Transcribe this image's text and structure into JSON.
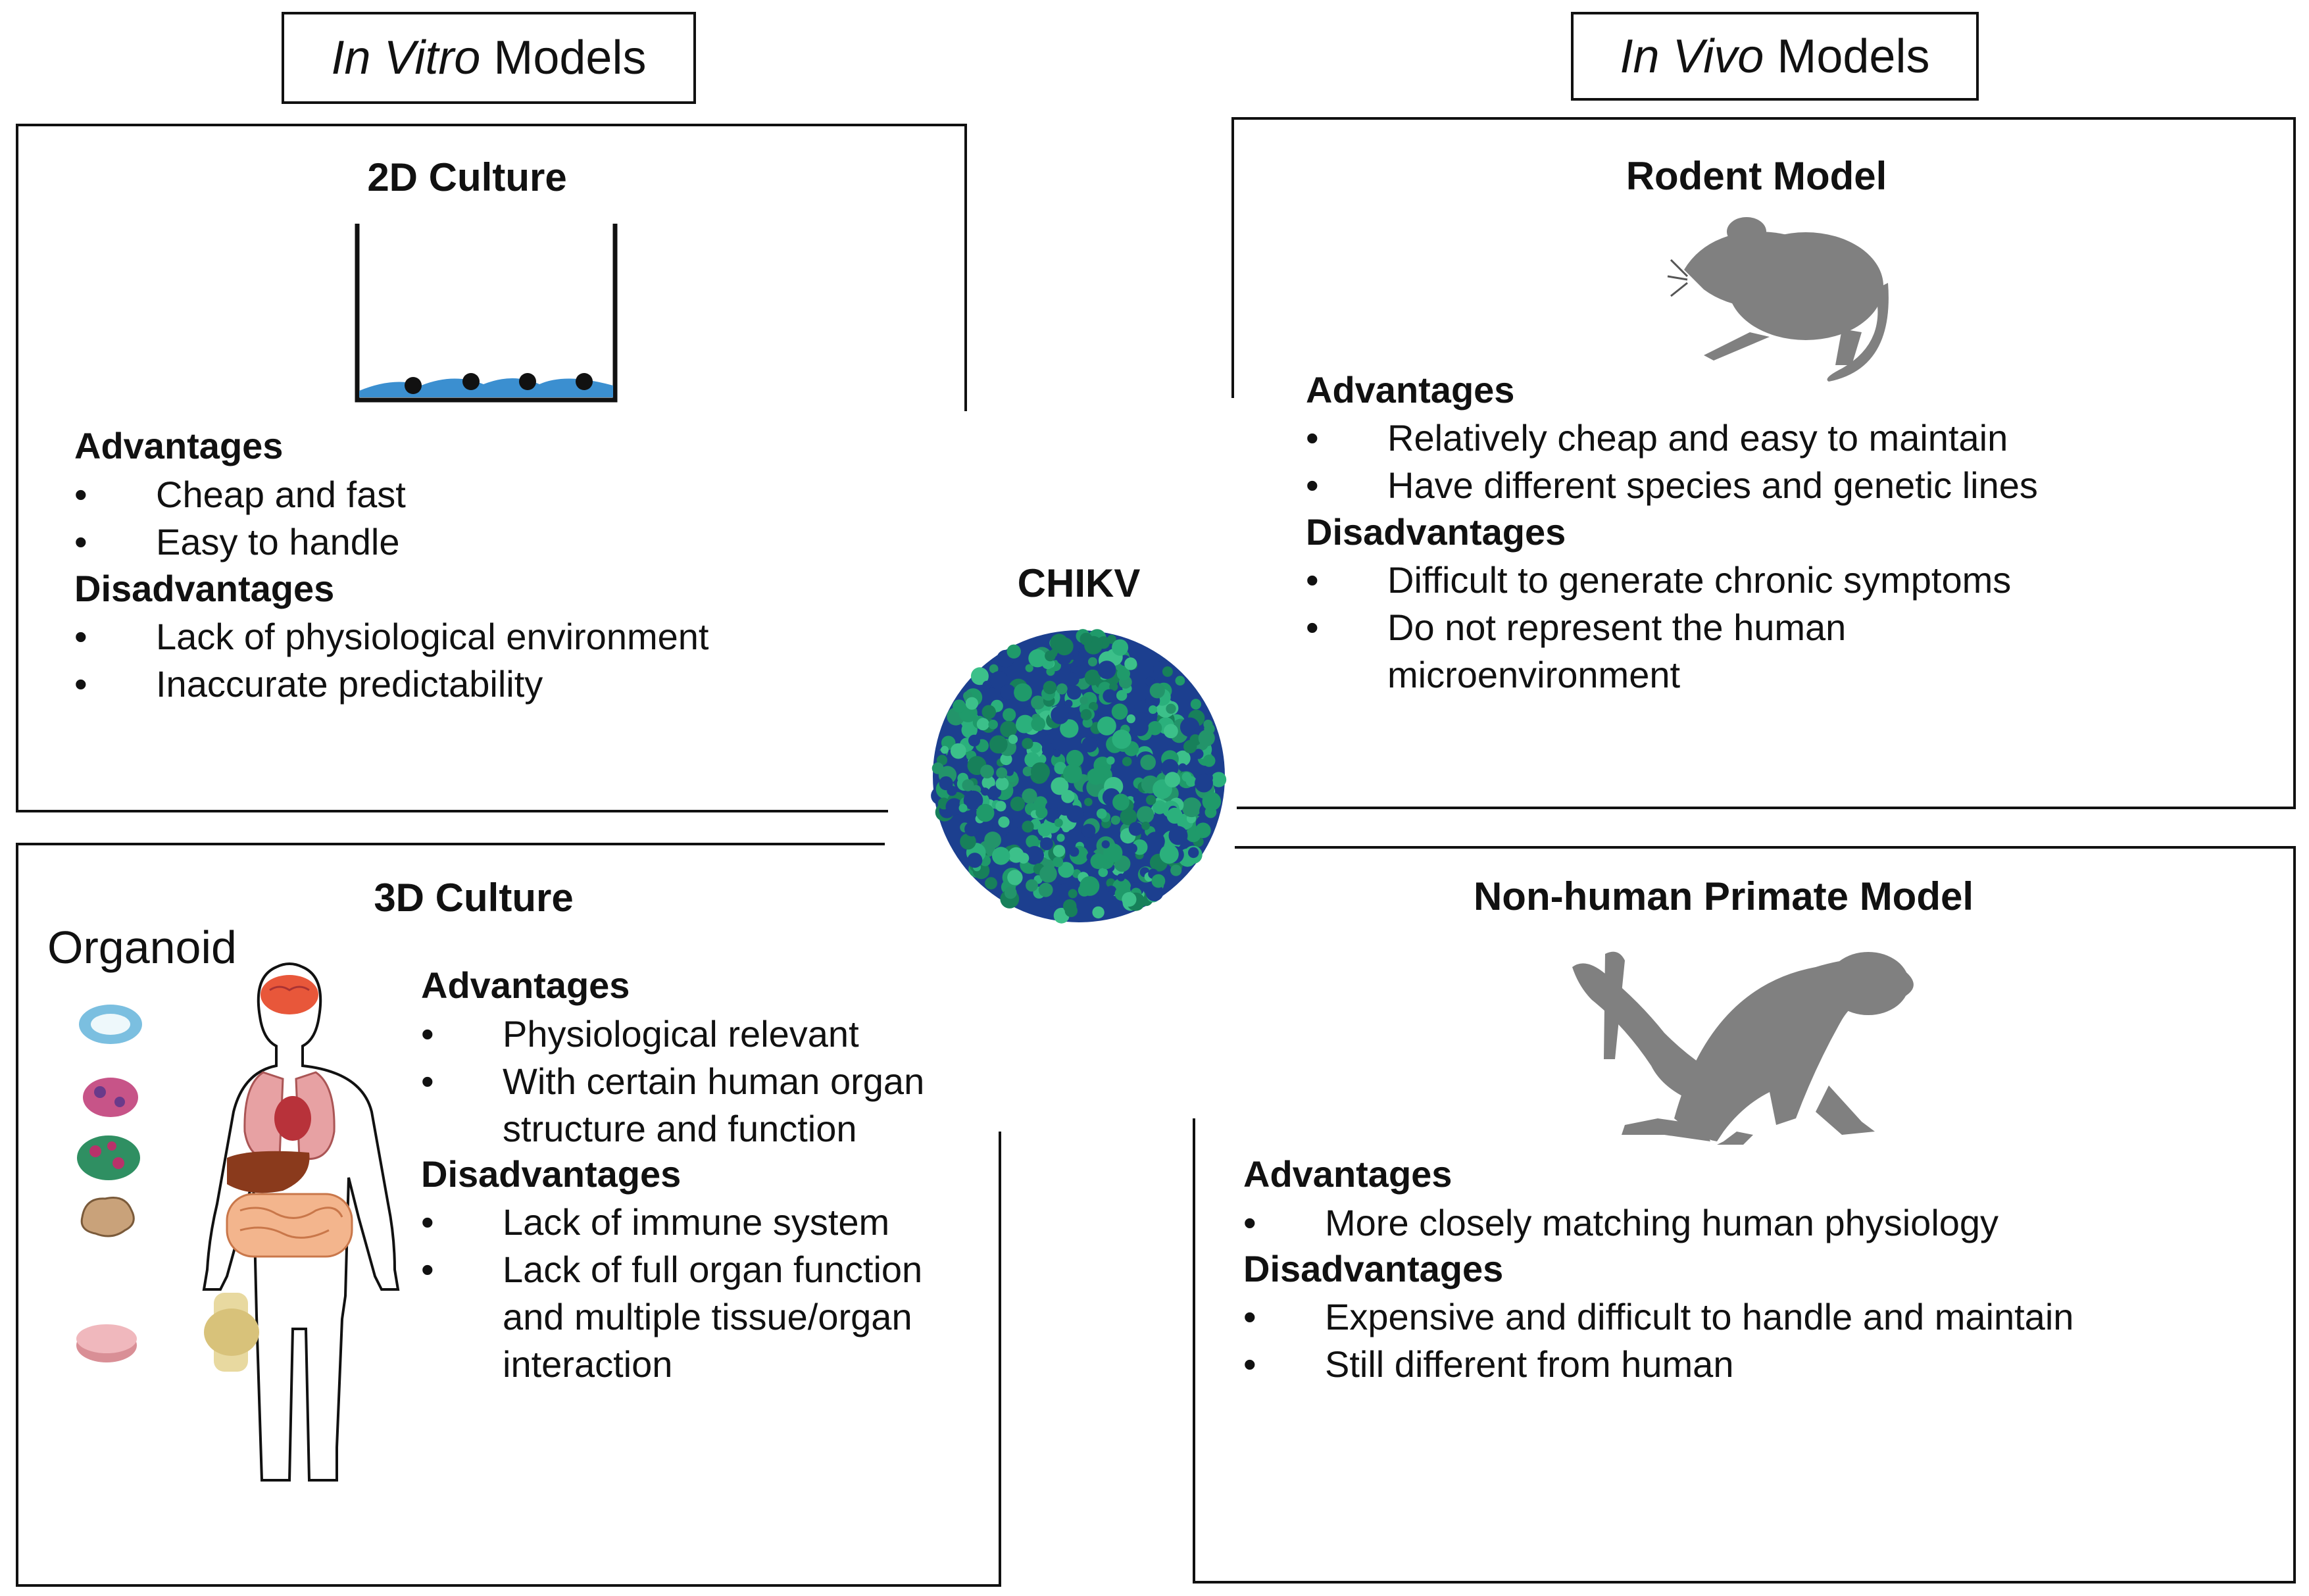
{
  "headers": {
    "in_vitro": {
      "italic": "In Vitro",
      "rest": " Models"
    },
    "in_vivo": {
      "italic": "In Vivo",
      "rest": " Models"
    }
  },
  "center": {
    "label": "CHIKV"
  },
  "panels": {
    "culture_2d": {
      "title": "2D Culture",
      "advantages_heading": "Advantages",
      "advantages": [
        "Cheap and fast",
        "Easy to handle"
      ],
      "disadvantages_heading": "Disadvantages",
      "disadvantages": [
        "Lack of physiological  environment",
        "Inaccurate predictability"
      ]
    },
    "culture_3d": {
      "title": "3D Culture",
      "organoid_label": "Organoid",
      "advantages_heading": "Advantages",
      "advantages": [
        "Physiological  relevant",
        "With certain human organ structure and function"
      ],
      "disadvantages_heading": "Disadvantages",
      "disadvantages": [
        "Lack of immune  system",
        "Lack of full organ function and multiple  tissue/organ interaction"
      ]
    },
    "rodent": {
      "title": "Rodent Model",
      "advantages_heading": "Advantages",
      "advantages": [
        "Relatively cheap and easy to maintain",
        "Have different species and genetic lines"
      ],
      "disadvantages_heading": "Disadvantages",
      "disadvantages": [
        "Difficult to generate chronic symptoms",
        "Do not represent the human microenvironment"
      ]
    },
    "primate": {
      "title": "Non-human  Primate Model",
      "advantages_heading": "Advantages",
      "advantages": [
        "More closely matching human physiology"
      ],
      "disadvantages_heading": "Disadvantages",
      "disadvantages": [
        "Expensive and difficult to handle and maintain",
        "Still different from human"
      ]
    }
  },
  "colors": {
    "frame": "#111111",
    "animal_silhouette": "#808080",
    "virus_green": "#1f9a6a",
    "virus_blue": "#1c3f8f",
    "culture_medium": "#3b8fd0"
  }
}
